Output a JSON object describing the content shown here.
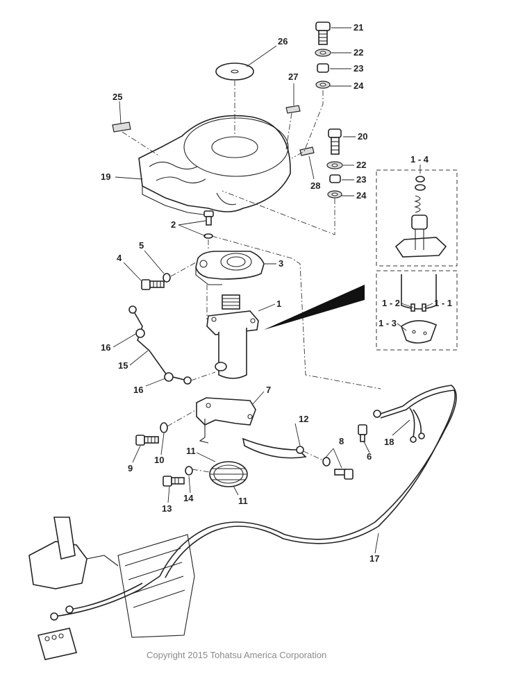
{
  "callouts": {
    "n1": "1",
    "n1_1": "1 - 1",
    "n1_2": "1 - 2",
    "n1_3": "1 - 3",
    "n1_4": "1 - 4",
    "n2": "2",
    "n3": "3",
    "n4": "4",
    "n5": "5",
    "n6": "6",
    "n7": "7",
    "n8": "8",
    "n9": "9",
    "n10": "10",
    "n11a": "11",
    "n11b": "11",
    "n12": "12",
    "n13": "13",
    "n14": "14",
    "n15": "15",
    "n16a": "16",
    "n16b": "16",
    "n17": "17",
    "n18": "18",
    "n19": "19",
    "n20": "20",
    "n21": "21",
    "n22a": "22",
    "n22b": "22",
    "n23a": "23",
    "n23b": "23",
    "n24a": "24",
    "n24b": "24",
    "n25": "25",
    "n26": "26",
    "n27": "27",
    "n28": "28"
  },
  "footer": {
    "copyright": "Copyright 2015 Tohatsu America Corporation"
  }
}
